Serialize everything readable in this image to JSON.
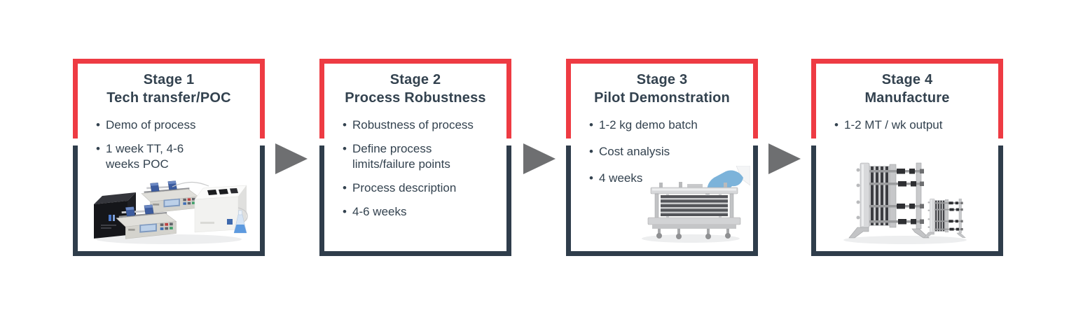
{
  "colors": {
    "accent_red": "#EE3B43",
    "frame_navy": "#2F3D4B",
    "text_navy": "#33424F",
    "arrow_gray": "#6E6F71",
    "bg": "#FFFFFF"
  },
  "ui": {
    "bullet_char": "•",
    "arrow_icon": "arrow-right-icon"
  },
  "stages": [
    {
      "label": "Stage 1",
      "title": "Tech transfer/POC",
      "bullets": [
        "Demo of process",
        "1 week TT, 4-6 weeks POC"
      ],
      "image": "benchtop-flow-chemistry-equipment-photo"
    },
    {
      "label": "Stage 2",
      "title": "Process Robustness",
      "bullets": [
        "Robustness of process",
        "Define process limits/failure points",
        "Process description",
        "4-6 weeks"
      ],
      "image": ""
    },
    {
      "label": "Stage 3",
      "title": "Pilot Demonstration",
      "bullets": [
        "1-2 kg demo batch",
        "Cost analysis",
        "4 weeks"
      ],
      "image": "pilot-plate-reactor-with-gloved-hand-photo"
    },
    {
      "label": "Stage 4",
      "title": "Manufacture",
      "bullets": [
        "1-2 MT / wk output"
      ],
      "image": "production-plate-reactor-units-photo"
    }
  ]
}
